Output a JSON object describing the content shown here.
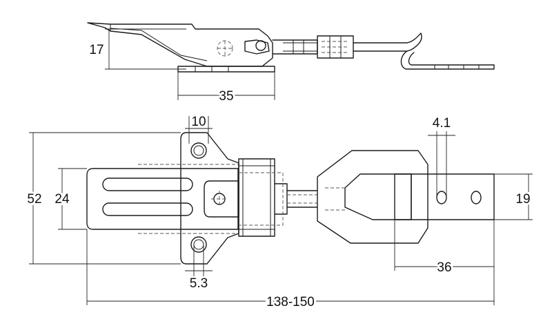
{
  "dimensions": {
    "side_height": "17",
    "side_base_length": "35",
    "hole_spacing_width": "10",
    "overall_height": "52",
    "strap_width": "24",
    "hole_diameter": "5.3",
    "keeper_hole": "4.1",
    "keeper_width": "19",
    "keeper_length": "36",
    "overall_length": "138-150"
  }
}
